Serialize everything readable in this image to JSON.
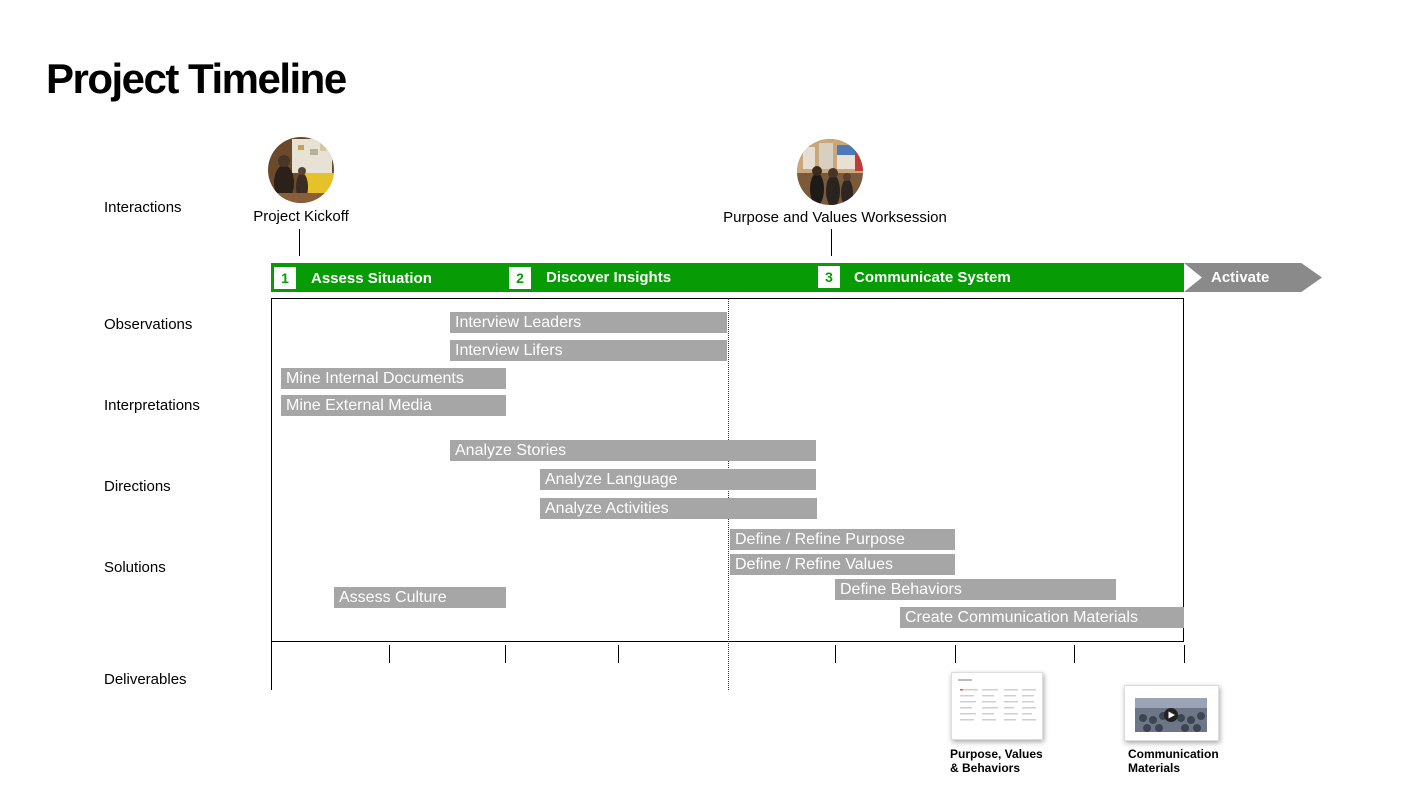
{
  "title": "Project Timeline",
  "row_labels": [
    "Interactions",
    "Observations",
    "Interpretations",
    "Directions",
    "Solutions",
    "Deliverables"
  ],
  "interactions": [
    {
      "label": "Project Kickoff"
    },
    {
      "label": "Purpose and Values Worksession"
    }
  ],
  "phases": [
    {
      "number": "1",
      "name": "Assess Situation"
    },
    {
      "number": "2",
      "name": "Discover Insights"
    },
    {
      "number": "3",
      "name": "Communicate System"
    }
  ],
  "activate_label": "Activate",
  "tasks": [
    {
      "label": "Interview Leaders"
    },
    {
      "label": "Interview Lifers"
    },
    {
      "label": "Mine Internal Documents"
    },
    {
      "label": "Mine External Media"
    },
    {
      "label": "Analyze Stories"
    },
    {
      "label": "Analyze Language"
    },
    {
      "label": "Analyze Activities"
    },
    {
      "label": "Define / Refine Purpose"
    },
    {
      "label": "Define / Refine Values"
    },
    {
      "label": "Define Behaviors"
    },
    {
      "label": "Assess Culture"
    },
    {
      "label": "Create Communication Materials"
    }
  ],
  "deliverables": [
    {
      "label": "Purpose, Values\n& Behaviors"
    },
    {
      "label": "Communication\nMaterials"
    }
  ],
  "colors": {
    "phase_green": "#079c06",
    "task_gray": "#a6a6a6",
    "activate_gray": "#8a8a8a"
  }
}
